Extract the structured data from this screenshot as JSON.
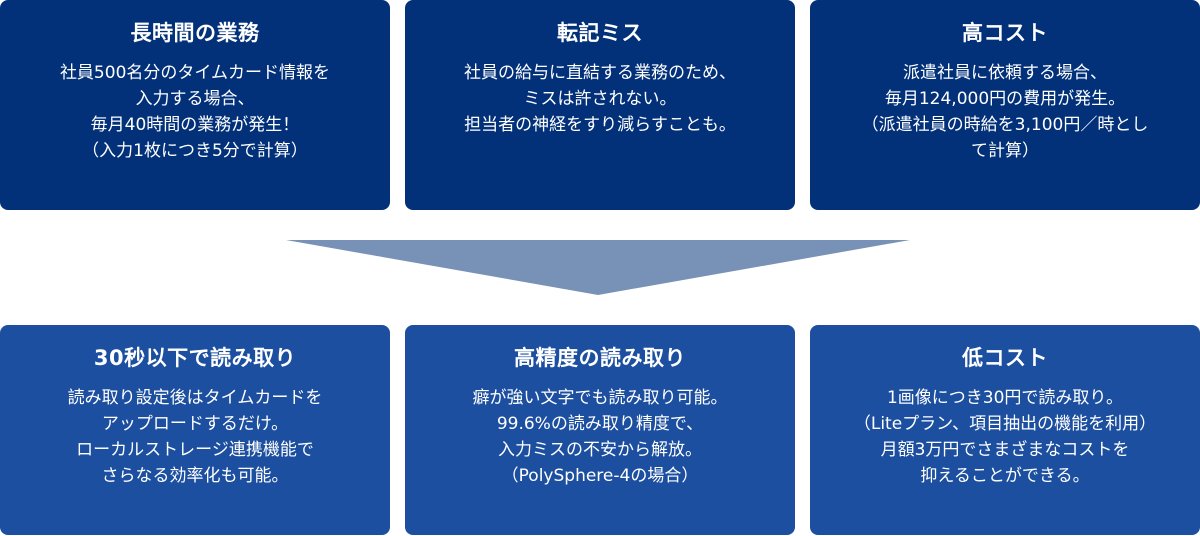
{
  "colors": {
    "problem_card_bg": "#02317a",
    "solution_card_bg": "#1c4f9f",
    "arrow": "#7891b6",
    "text": "#ffffff"
  },
  "problems": [
    {
      "title": "長時間の業務",
      "lines": [
        "社員500名分のタイムカード情報を",
        "入力する場合、",
        "毎月40時間の業務が発生！",
        "（入力1枚につき5分で計算）"
      ]
    },
    {
      "title": "転記ミス",
      "lines": [
        "社員の給与に直結する業務のため、",
        "ミスは許されない。",
        "担当者の神経をすり減らすことも。"
      ]
    },
    {
      "title": "高コスト",
      "lines": [
        "派遣社員に依頼する場合、",
        "毎月124,000円の費用が発生。",
        "（派遣社員の時給を3,100円／時とし",
        "て計算）"
      ]
    }
  ],
  "arrow": {
    "icon": "down-arrow-triangle"
  },
  "solutions": [
    {
      "title": "30秒以下で読み取り",
      "lines": [
        "読み取り設定後はタイムカードを",
        "アップロードするだけ。",
        "ローカルストレージ連携機能で",
        "さらなる効率化も可能。"
      ]
    },
    {
      "title": "高精度の読み取り",
      "lines": [
        "癖が強い文字でも読み取り可能。",
        "99.6%の読み取り精度で、",
        "入力ミスの不安から解放。",
        "（PolySphere-4の場合）"
      ]
    },
    {
      "title": "低コスト",
      "lines": [
        "1画像につき30円で読み取り。",
        "（Liteプラン、項目抽出の機能を利用）",
        "月額3万円でさまざまなコストを",
        "抑えることができる。"
      ]
    }
  ]
}
